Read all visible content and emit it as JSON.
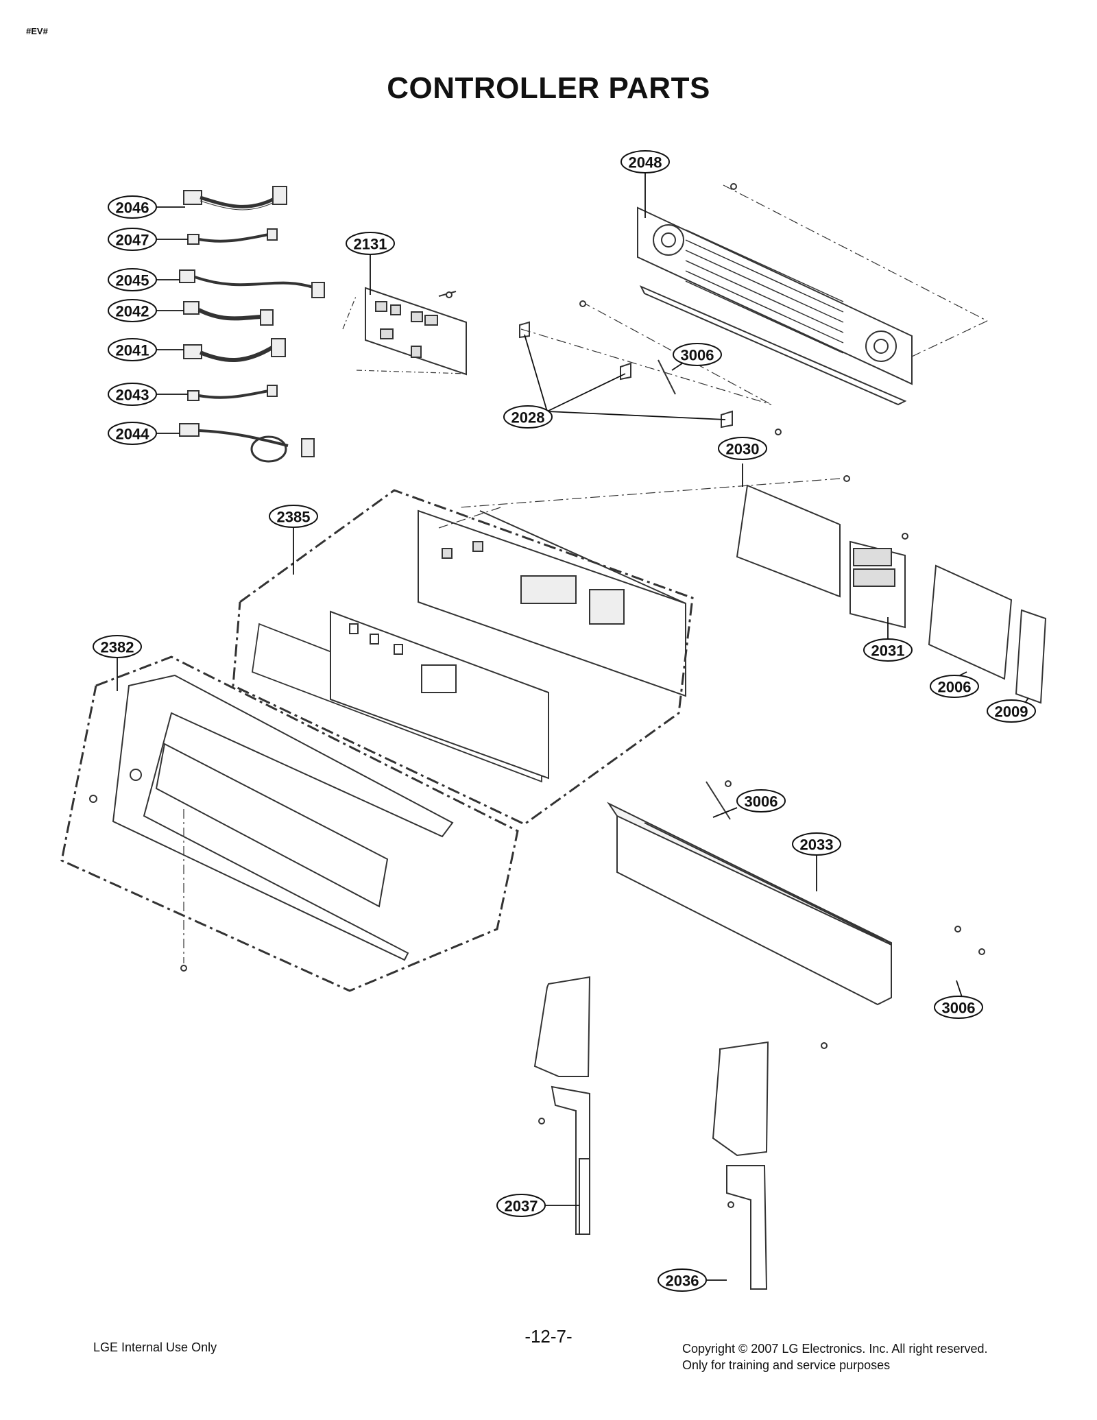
{
  "header": {
    "marker": "#EV#",
    "title": "CONTROLLER PARTS"
  },
  "callouts": [
    {
      "id": "2046",
      "label": "2046"
    },
    {
      "id": "2047",
      "label": "2047"
    },
    {
      "id": "2045",
      "label": "2045"
    },
    {
      "id": "2042",
      "label": "2042"
    },
    {
      "id": "2041",
      "label": "2041"
    },
    {
      "id": "2043",
      "label": "2043"
    },
    {
      "id": "2044",
      "label": "2044"
    },
    {
      "id": "2131",
      "label": "2131"
    },
    {
      "id": "2048",
      "label": "2048"
    },
    {
      "id": "3006a",
      "label": "3006"
    },
    {
      "id": "2028",
      "label": "2028"
    },
    {
      "id": "2030",
      "label": "2030"
    },
    {
      "id": "2385",
      "label": "2385"
    },
    {
      "id": "2382",
      "label": "2382"
    },
    {
      "id": "2031",
      "label": "2031"
    },
    {
      "id": "2006",
      "label": "2006"
    },
    {
      "id": "2009",
      "label": "2009"
    },
    {
      "id": "3006b",
      "label": "3006"
    },
    {
      "id": "2033",
      "label": "2033"
    },
    {
      "id": "3006c",
      "label": "3006"
    },
    {
      "id": "2037",
      "label": "2037"
    },
    {
      "id": "2036",
      "label": "2036"
    }
  ],
  "footer": {
    "left": "LGE Internal Use Only",
    "page": "-12-7-",
    "copyright": "Copyright © 2007 LG Electronics. Inc. All right reserved.",
    "note": "Only for training and service purposes"
  }
}
